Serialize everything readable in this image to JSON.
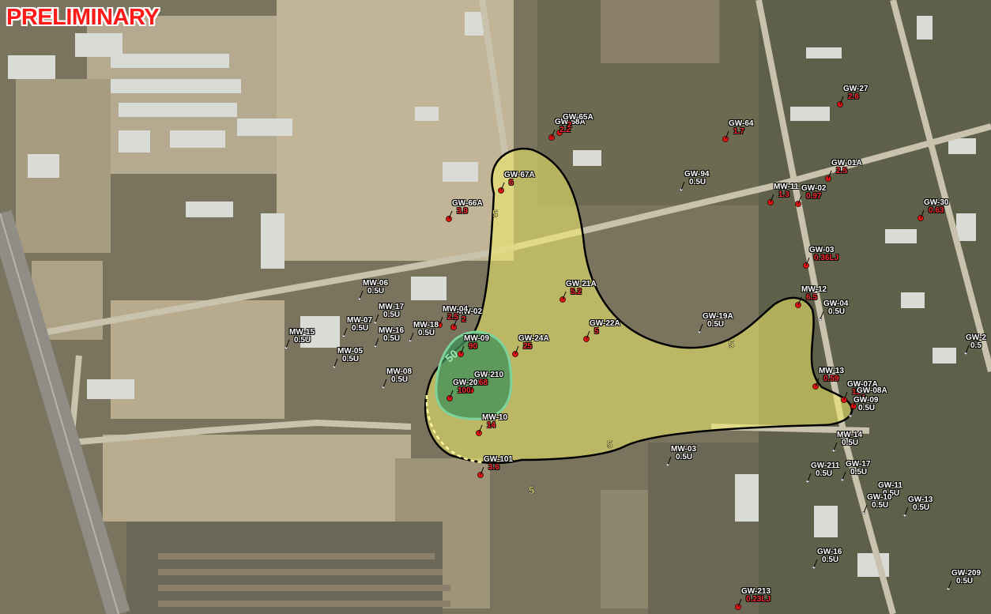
{
  "map": {
    "stamp": "PRELIMINARY",
    "contours": [
      {
        "label": "5"
      },
      {
        "label": "5"
      },
      {
        "label": "5"
      },
      {
        "label": "5"
      },
      {
        "label": "50"
      }
    ],
    "colors": {
      "stamp": "#ff1a1a",
      "plume_5": "#f2ee6a",
      "plume_50": "#3f8f5a",
      "detect_marker": "#e01010",
      "detect_value": "#ff2b2b",
      "nondetect_value": "#ffffff"
    },
    "wells": [
      {
        "id": "GW-68A",
        "value": "2.2",
        "detected": true
      },
      {
        "id": "GW-65A",
        "value": "2",
        "detected": true
      },
      {
        "id": "GW-64",
        "value": "1.7",
        "detected": true
      },
      {
        "id": "GW-27",
        "value": "2.6",
        "detected": true
      },
      {
        "id": "GW-67A",
        "value": "6",
        "detected": true
      },
      {
        "id": "GW-94",
        "value": "0.5U",
        "detected": false
      },
      {
        "id": "MW-11",
        "value": "1.3",
        "detected": true
      },
      {
        "id": "GW-01A",
        "value": "2.5",
        "detected": true
      },
      {
        "id": "GW-02",
        "value": "0.97",
        "detected": true
      },
      {
        "id": "GW-30",
        "value": "0.63",
        "detected": true
      },
      {
        "id": "GW-66A",
        "value": "3.9",
        "detected": true
      },
      {
        "id": "GW-03",
        "value": "0.36LJ",
        "detected": true
      },
      {
        "id": "MW-06",
        "value": "0.5U",
        "detected": false
      },
      {
        "id": "GW-21A",
        "value": "5.2",
        "detected": true
      },
      {
        "id": "MW-12",
        "value": "6.5",
        "detected": true
      },
      {
        "id": "MW-17",
        "value": "0.5U",
        "detected": false
      },
      {
        "id": "MW-02",
        "value": "2",
        "detected": true
      },
      {
        "id": "MW-04",
        "value": "2.5",
        "detected": true
      },
      {
        "id": "GW-04",
        "value": "0.5U",
        "detected": false
      },
      {
        "id": "GW-19A",
        "value": "0.5U",
        "detected": false
      },
      {
        "id": "MW-15",
        "value": "0.5U",
        "detected": false
      },
      {
        "id": "MW-07",
        "value": "0.5U",
        "detected": false
      },
      {
        "id": "MW-18",
        "value": "0.5U",
        "detected": false
      },
      {
        "id": "GW-22A",
        "value": "5",
        "detected": true
      },
      {
        "id": "MW-16",
        "value": "0.5U",
        "detected": false
      },
      {
        "id": "GW-24A",
        "value": "25",
        "detected": true
      },
      {
        "id": "GW-2",
        "value": "0.5",
        "detected": false
      },
      {
        "id": "MW-05",
        "value": "0.5U",
        "detected": false
      },
      {
        "id": "MW-09",
        "value": "90",
        "detected": true
      },
      {
        "id": "MW-08",
        "value": "0.5U",
        "detected": false
      },
      {
        "id": "MW-13",
        "value": "0.59",
        "detected": true
      },
      {
        "id": "GW-205",
        "value": "100",
        "detected": true
      },
      {
        "id": "GW-210",
        "value": "68",
        "detected": true
      },
      {
        "id": "GW-07A",
        "value": "12",
        "detected": true
      },
      {
        "id": "GW-08A",
        "value": "2",
        "detected": true
      },
      {
        "id": "GW-09",
        "value": "0.5U",
        "detected": false
      },
      {
        "id": "MW-10",
        "value": "14",
        "detected": true
      },
      {
        "id": "MW-14",
        "value": "0.5U",
        "detected": false
      },
      {
        "id": "MW-03",
        "value": "0.5U",
        "detected": false
      },
      {
        "id": "GW-101",
        "value": "3.6",
        "detected": true
      },
      {
        "id": "GW-211",
        "value": "0.5U",
        "detected": false
      },
      {
        "id": "GW-17",
        "value": "0.5U",
        "detected": false
      },
      {
        "id": "GW-11",
        "value": "0.5U",
        "detected": false
      },
      {
        "id": "GW-10",
        "value": "0.5U",
        "detected": false
      },
      {
        "id": "GW-13",
        "value": "0.5U",
        "detected": false
      },
      {
        "id": "GW-16",
        "value": "0.5U",
        "detected": false
      },
      {
        "id": "GW-209",
        "value": "0.5U",
        "detected": false
      },
      {
        "id": "GW-213",
        "value": "0.23LJ",
        "detected": true
      }
    ]
  }
}
